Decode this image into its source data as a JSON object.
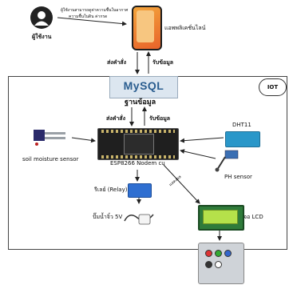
{
  "labels": {
    "user_desc_line1": "ผู้ใช้งานสามารถดูค่าความชื้นในอากาศ",
    "user_desc_line2": "ความชื้นในดิน ค่ากรด",
    "user": "ผู้ใช้งาน",
    "mobile_app": "แอพพลิเคชั่นไลน์",
    "send_cmd_top": "ส่งคำสั่ง",
    "receive_top": "รับข้อมูล",
    "iot": "IOT",
    "mysql": "MySQL",
    "database": "ฐานข้อมูล",
    "send_cmd_mid": "ส่งคำสั่ง",
    "receive_mid": "รับข้อมูล",
    "dht11": "DHT11",
    "soil_sensor": "soil moisture sensor",
    "board": "ESP8266 Nodem cu",
    "ph_sensor": "PH sensor",
    "relay": "รีเลย์ (Relay)",
    "pump": "ปั๊มน้ำจิ๋ว 5V",
    "display_arrow": "แสดงผล",
    "lcd": "จอ LCD"
  },
  "colors": {
    "board": "#1f1f1f",
    "relay": "#2f6fd1",
    "lcd_bezel": "#2f7b3a",
    "lcd_screen": "#b5e14a",
    "dht11": "#2a97c9",
    "phone": "#e8632a"
  }
}
